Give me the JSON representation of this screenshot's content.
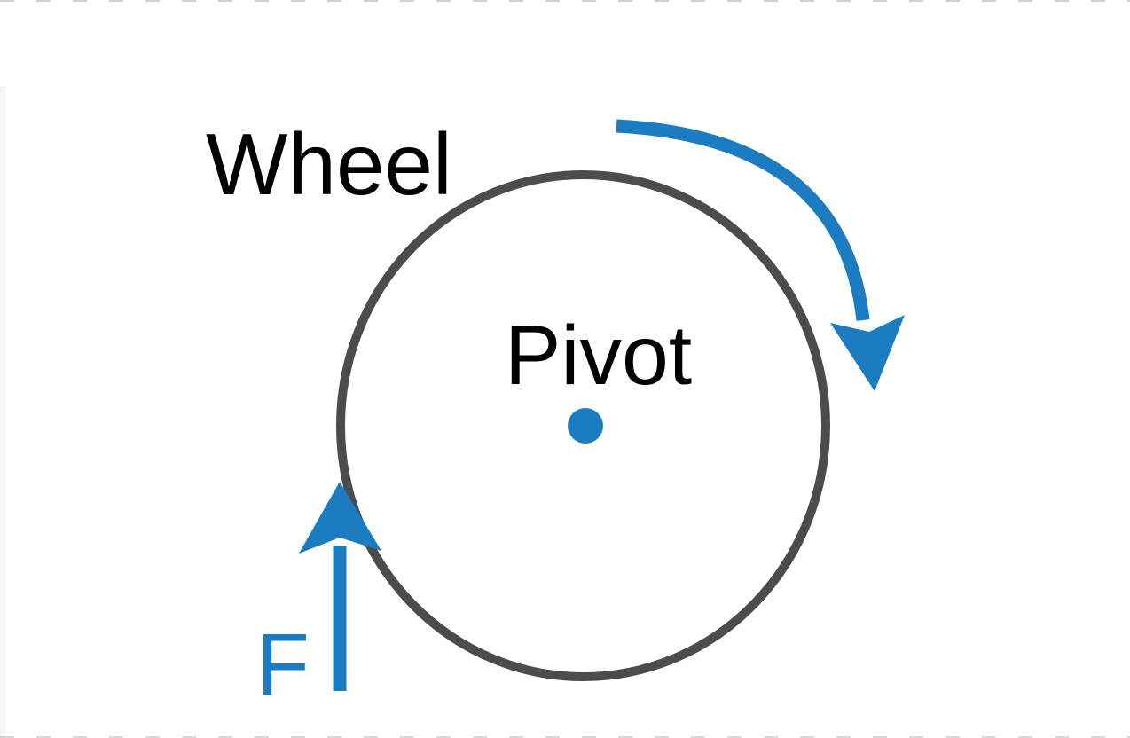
{
  "colors": {
    "background": "#ffffff",
    "text_color": "#000000",
    "accent_blue": "#1b7cc2",
    "wheel_stroke": "#4c4c4e",
    "edge_tint": "#f5f5f6"
  },
  "labels": {
    "wheel": "Wheel",
    "pivot": "Pivot",
    "force": "F"
  },
  "shapes": {
    "wheel_circle": "gray circle outline representing the wheel rim",
    "pivot_dot": "blue filled dot at the wheel center",
    "force_arrow_direction": "up",
    "rotation_arrow_direction": "clockwise"
  }
}
